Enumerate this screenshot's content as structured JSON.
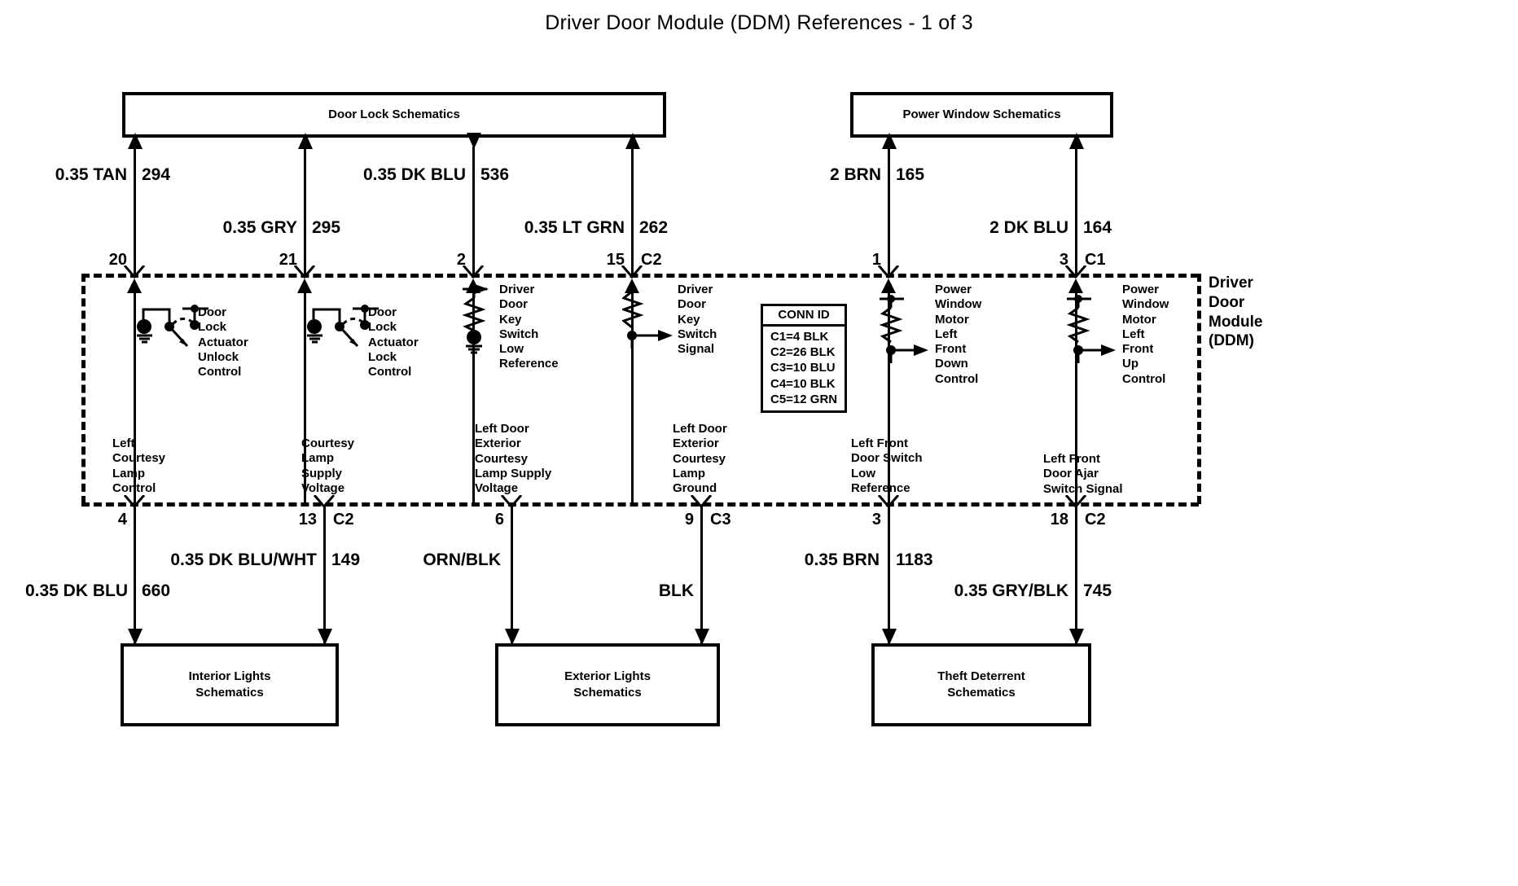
{
  "document": {
    "title": "Driver Door Module (DDM) References - 1 of 3",
    "type": "automotive-wiring-diagram"
  },
  "top_boxes": [
    {
      "name": "door-lock-schematics",
      "label": "Door Lock Schematics"
    },
    {
      "name": "power-window-schematics",
      "label": "Power Window Schematics"
    }
  ],
  "bottom_boxes": [
    {
      "name": "interior-lights-schematics",
      "label": "Interior Lights\nSchematics"
    },
    {
      "name": "exterior-lights-schematics",
      "label": "Exterior Lights\nSchematics"
    },
    {
      "name": "theft-deterrent-schematics",
      "label": "Theft Deterrent\nSchematics"
    }
  ],
  "module": {
    "label": "Driver\nDoor\nModule\n(DDM)"
  },
  "conn_id": {
    "header": "CONN ID",
    "rows": [
      "C1=4 BLK",
      "C2=26 BLK",
      "C3=10 BLU",
      "C4=10 BLK",
      "C5=12 GRN"
    ]
  },
  "top_circuits": [
    {
      "name": "tan-294",
      "wire_color": "0.35 TAN",
      "circuit_number": "294",
      "pin": "20",
      "connector": "",
      "description": "Door\nLock\nActuator\nUnlock\nControl",
      "symbol": "relay-coil-switch"
    },
    {
      "name": "gry-295",
      "wire_color": "0.35 GRY",
      "circuit_number": "295",
      "pin": "21",
      "connector": "",
      "description": "Door\nLock\nActuator\nLock\nControl",
      "symbol": "relay-coil-switch"
    },
    {
      "name": "dk-blu-536",
      "wire_color": "0.35 DK BLU",
      "circuit_number": "536",
      "pin": "2",
      "connector": "",
      "description": "Driver\nDoor\nKey\nSwitch\nLow\nReference",
      "symbol": "resistor-ground"
    },
    {
      "name": "lt-grn-262",
      "wire_color": "0.35 LT GRN",
      "circuit_number": "262",
      "pin": "15",
      "connector": "C2",
      "description": "Driver\nDoor\nKey\nSwitch\nSignal",
      "symbol": "resistor-signal"
    },
    {
      "name": "brn-165",
      "wire_color": "2 BRN",
      "circuit_number": "165",
      "pin": "1",
      "connector": "",
      "description": "Power\nWindow\nMotor\nLeft\nFront\nDown\nControl",
      "symbol": "resistor-signal"
    },
    {
      "name": "dk-blu-164",
      "wire_color": "2 DK BLU",
      "circuit_number": "164",
      "pin": "3",
      "connector": "C1",
      "description": "Power\nWindow\nMotor\nLeft\nFront\nUp\nControl",
      "symbol": "resistor-signal"
    }
  ],
  "bottom_circuits": [
    {
      "name": "dk-blu-660",
      "description": "Left\nCourtesy\nLamp\nControl",
      "pin": "4",
      "connector": "",
      "wire_color": "0.35 DK BLU",
      "circuit_number": "660",
      "direction": "down"
    },
    {
      "name": "dk-blu-wht-149",
      "description": "Courtesy\nLamp\nSupply\nVoltage",
      "pin": "13",
      "connector": "C2",
      "wire_color": "0.35 DK BLU/WHT",
      "circuit_number": "149",
      "direction": "up"
    },
    {
      "name": "orn-blk",
      "description": "Left Door\nExterior\nCourtesy\nLamp Supply\nVoltage",
      "pin": "6",
      "connector": "",
      "wire_color": "ORN/BLK",
      "circuit_number": "",
      "direction": "down"
    },
    {
      "name": "blk-ground",
      "description": "Left Door\nExterior\nCourtesy\nLamp\nGround",
      "pin": "9",
      "connector": "C3",
      "wire_color": "BLK",
      "circuit_number": "",
      "direction": "up"
    },
    {
      "name": "brn-1183",
      "description": "Left Front\nDoor Switch\nLow\nReference",
      "pin": "3",
      "connector": "",
      "wire_color": "0.35 BRN",
      "circuit_number": "1183",
      "direction": "up"
    },
    {
      "name": "gry-blk-745",
      "description": "Left Front\nDoor Ajar\nSwitch Signal",
      "pin": "18",
      "connector": "C2",
      "wire_color": "0.35 GRY/BLK",
      "circuit_number": "745",
      "direction": "down"
    }
  ],
  "colors": {
    "ink": "#000000",
    "paper": "#ffffff"
  }
}
